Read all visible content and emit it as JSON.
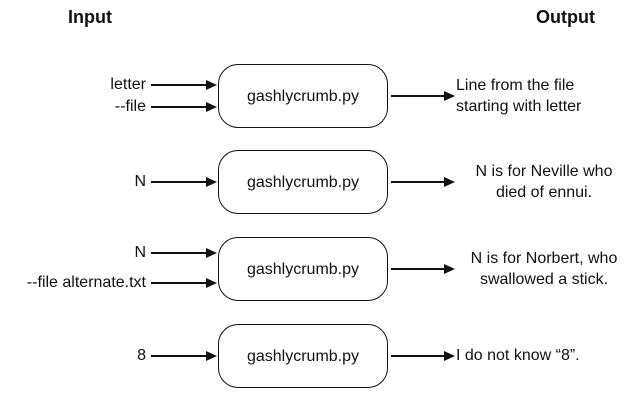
{
  "headers": {
    "input": "Input",
    "output": "Output"
  },
  "colors": {
    "ink": "#111111",
    "background": "#ffffff"
  },
  "rows": [
    {
      "inputs": [
        "letter",
        "--file"
      ],
      "box_label": "gashlycrumb.py",
      "output_lines": [
        "Line from the file",
        "starting with letter"
      ]
    },
    {
      "inputs": [
        "N"
      ],
      "box_label": "gashlycrumb.py",
      "output_lines": [
        "N is for Neville who",
        "died of ennui."
      ]
    },
    {
      "inputs": [
        "N",
        "--file alternate.txt"
      ],
      "box_label": "gashlycrumb.py",
      "output_lines": [
        "N is for Norbert, who",
        "swallowed a stick."
      ]
    },
    {
      "inputs": [
        "8"
      ],
      "box_label": "gashlycrumb.py",
      "output_lines": [
        "I do not know “8”."
      ]
    }
  ]
}
